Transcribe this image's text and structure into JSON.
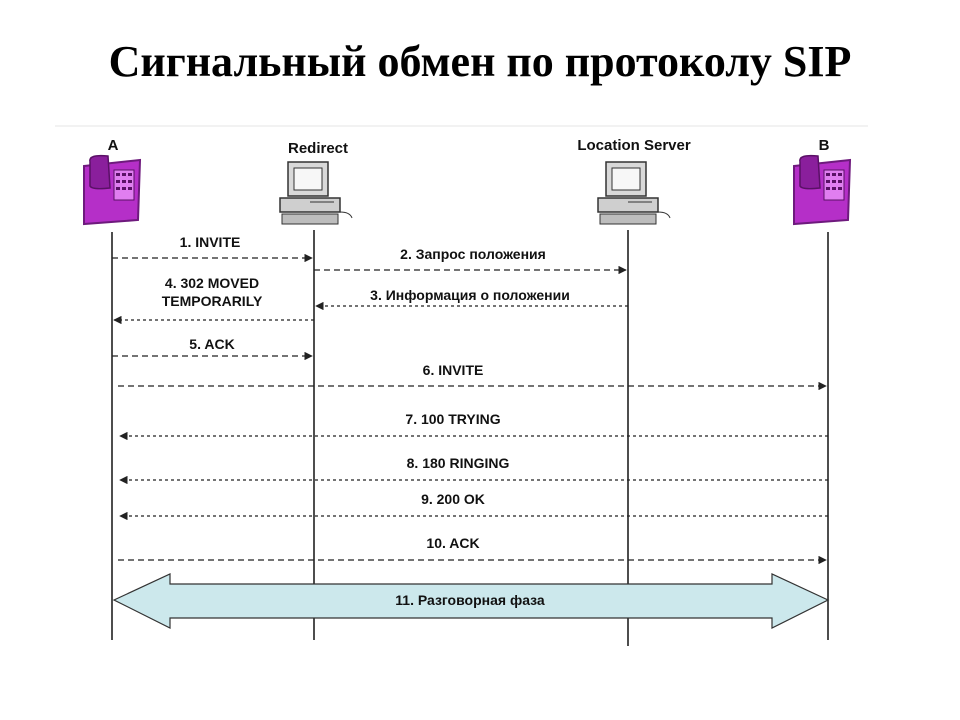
{
  "title": "Сигнальный обмен по протоколу SIP",
  "actors": [
    {
      "id": "a",
      "label": "A",
      "kind": "phone"
    },
    {
      "id": "redirect",
      "label": "Redirect",
      "kind": "computer"
    },
    {
      "id": "location",
      "label": "Location Server",
      "kind": "computer"
    },
    {
      "id": "b",
      "label": "B",
      "kind": "phone"
    }
  ],
  "messages": [
    {
      "label": "1. INVITE",
      "from": "a",
      "to": "redirect"
    },
    {
      "label": "2. Запрос положения",
      "from": "redirect",
      "to": "location"
    },
    {
      "label": "3. Информация о  положении",
      "from": "location",
      "to": "redirect"
    },
    {
      "label": "4. 302 MOVED",
      "label2": "TEMPORARILY",
      "from": "redirect",
      "to": "a"
    },
    {
      "label": "5. ACK",
      "from": "a",
      "to": "redirect"
    },
    {
      "label": "6. INVITE",
      "from": "a",
      "to": "b"
    },
    {
      "label": "7. 100 TRYING",
      "from": "b",
      "to": "a"
    },
    {
      "label": "8. 180 RINGING",
      "from": "b",
      "to": "a"
    },
    {
      "label": "9. 200 OK",
      "from": "b",
      "to": "a"
    },
    {
      "label": "10. ACK",
      "from": "a",
      "to": "b"
    }
  ],
  "phase": {
    "label": "11. Разговорная фаза",
    "fill": "#cce8ec"
  },
  "colors": {
    "phone": "#b52fc8",
    "phone_dark": "#6e1a7d",
    "line": "#222222"
  }
}
